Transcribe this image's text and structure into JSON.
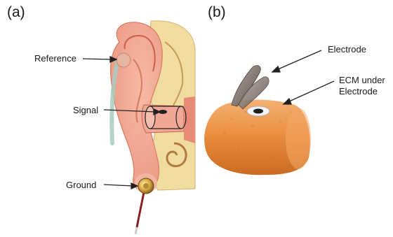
{
  "figure": {
    "panel_a": {
      "label": "(a)",
      "annotations": {
        "reference": "Reference",
        "signal": "Signal",
        "ground": "Ground"
      }
    },
    "panel_b": {
      "label": "(b)",
      "annotations": {
        "electrode": "Electrode",
        "ecm_line1": "ECM under",
        "ecm_line2": "Electrode"
      }
    }
  },
  "colors": {
    "skin": "#f3c8b4",
    "cartilage": "#e08a7a",
    "bone": "#f1dca0",
    "foam": "#e7893b",
    "metal": "#8b7d78",
    "arrow": "#222222"
  }
}
